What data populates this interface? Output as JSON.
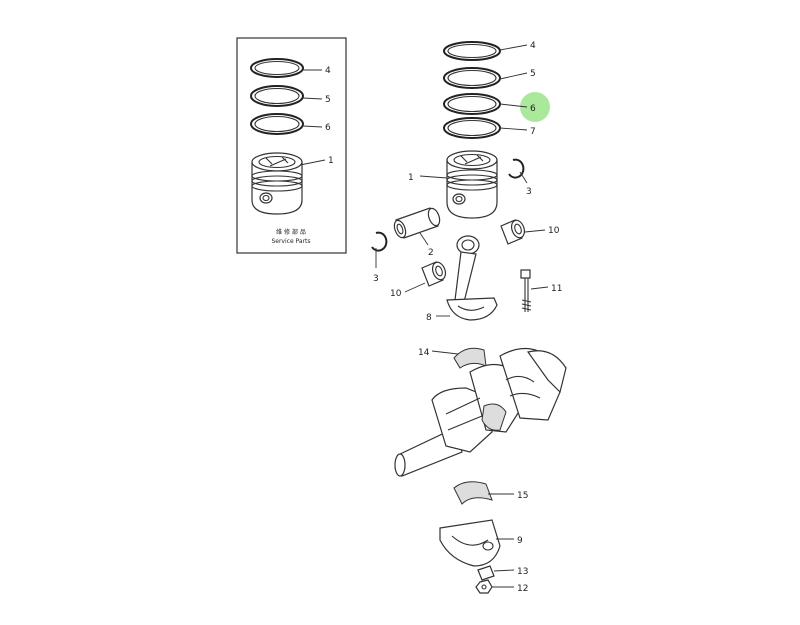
{
  "service_box": {
    "caption_cjk": "维 修 部 品",
    "caption": "Service Parts",
    "callouts": [
      "4",
      "5",
      "6",
      "1"
    ]
  },
  "callouts": {
    "ring_top": "4",
    "ring_second": "5",
    "ring_oil": "6",
    "ring_bottom": "7",
    "piston": "1",
    "snap_ring_right": "3",
    "snap_ring_left": "3",
    "piston_pin": "2",
    "bushing_right": "10",
    "bushing_left": "10",
    "rod_bolt": "11",
    "connecting_rod": "8",
    "bearing_upper": "14",
    "bearing_lower": "15",
    "rod_cap": "9",
    "washer": "13",
    "nut": "12"
  },
  "highlight": {
    "target": "ring_oil",
    "color": "#9be58a"
  },
  "colors": {
    "line": "#333333",
    "background": "#ffffff"
  }
}
